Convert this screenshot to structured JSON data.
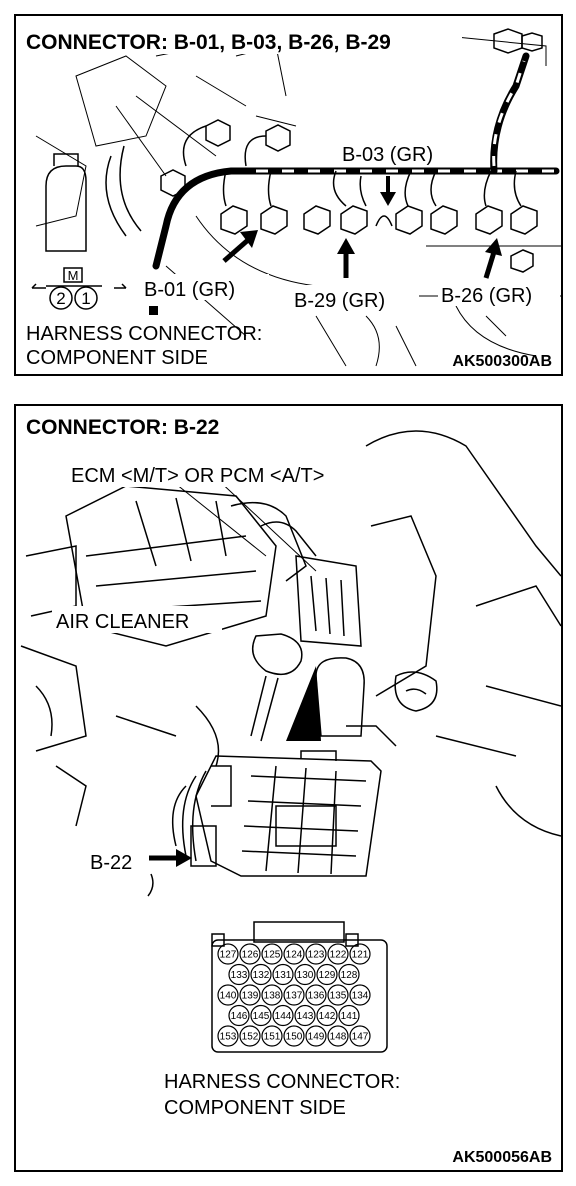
{
  "top_panel": {
    "title": "CONNECTOR: B-01, B-03, B-26, B-29",
    "labels": {
      "b03": "B-03 (GR)",
      "b01": "B-01 (GR)",
      "b29": "B-29 (GR)",
      "b26": "B-26 (GR)"
    },
    "connector_icon": {
      "top": "M",
      "left_pin": "2",
      "right_pin": "1"
    },
    "caption_line1": "HARNESS CONNECTOR:",
    "caption_line2": "COMPONENT SIDE",
    "code": "AK500300AB"
  },
  "bottom_panel": {
    "title": "CONNECTOR: B-22",
    "labels": {
      "ecm": "ECM <M/T> OR PCM <A/T>",
      "air_cleaner": "AIR CLEANER",
      "b22": "B-22"
    },
    "pins": {
      "row1": [
        "127",
        "126",
        "125",
        "124",
        "123",
        "122",
        "121"
      ],
      "row2": [
        "133",
        "132",
        "131",
        "130",
        "129",
        "128"
      ],
      "row3": [
        "140",
        "139",
        "138",
        "137",
        "136",
        "135",
        "134"
      ],
      "row4": [
        "146",
        "145",
        "144",
        "143",
        "142",
        "141"
      ],
      "row5": [
        "153",
        "152",
        "151",
        "150",
        "149",
        "148",
        "147"
      ]
    },
    "caption_line1": "HARNESS CONNECTOR:",
    "caption_line2": "COMPONENT SIDE",
    "code": "AK500056AB"
  }
}
